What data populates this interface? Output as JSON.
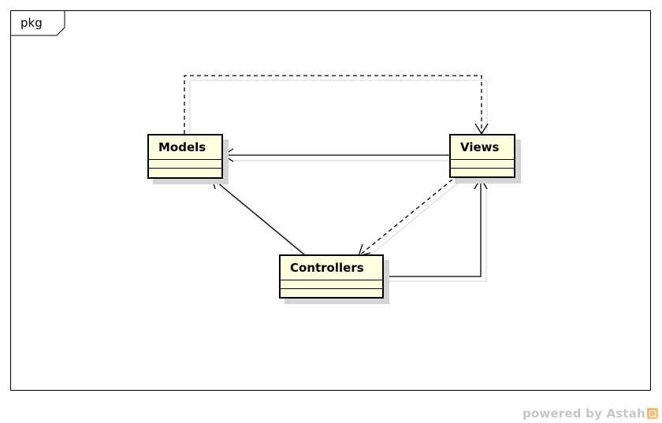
{
  "frame": {
    "label": "pkg"
  },
  "classes": {
    "models": {
      "name": "Models"
    },
    "views": {
      "name": "Views"
    },
    "controllers": {
      "name": "Controllers"
    }
  },
  "relations": [
    {
      "from": "Models",
      "to": "Views",
      "kind": "dependency",
      "style": "dashed"
    },
    {
      "from": "Views",
      "to": "Models",
      "kind": "navigable-association",
      "style": "solid"
    },
    {
      "from": "Views",
      "to": "Controllers",
      "kind": "dependency",
      "style": "dashed"
    },
    {
      "from": "Controllers",
      "to": "Models",
      "kind": "navigable-association",
      "style": "solid"
    },
    {
      "from": "Controllers",
      "to": "Views",
      "kind": "navigable-association",
      "style": "solid"
    }
  ],
  "watermark": {
    "text": "powered by Astah"
  },
  "colors": {
    "class_fill": "#ffffdd",
    "shadow": "#d4d4d4",
    "watermark": "#c6c6c6"
  }
}
